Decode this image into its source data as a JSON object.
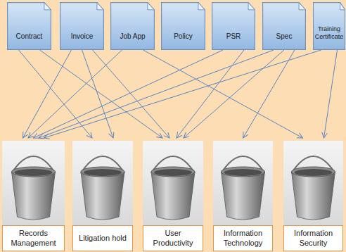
{
  "diagram": {
    "nodes": [
      {
        "text": [
          "Contract"
        ]
      },
      {
        "text": [
          "Invoice"
        ]
      },
      {
        "text": [
          "Job App"
        ]
      },
      {
        "text": [
          "Policy"
        ]
      },
      {
        "text": [
          "PSR"
        ]
      },
      {
        "text": [
          "Spec"
        ]
      },
      {
        "text": [
          "Training Certificate"
        ]
      },
      {
        "text": [
          "Records Management"
        ]
      },
      {
        "text": [
          "Litigation hold"
        ]
      },
      {
        "text": [
          "User Productivity"
        ]
      },
      {
        "text": [
          "Information Technology"
        ]
      },
      {
        "text": [
          "Information Security"
        ]
      }
    ],
    "edges": [
      {
        "from": 0,
        "to": 8,
        "arrow": "to"
      },
      {
        "from": 0,
        "to": 9,
        "arrow": "to"
      },
      {
        "from": 1,
        "to": 7,
        "arrow": "to"
      },
      {
        "from": 1,
        "to": 8,
        "arrow": "to"
      },
      {
        "from": 1,
        "to": 9,
        "arrow": "to"
      },
      {
        "from": 2,
        "to": 7,
        "arrow": "to"
      },
      {
        "from": 2,
        "to": 11,
        "arrow": "to"
      },
      {
        "from": 4,
        "to": 7,
        "arrow": "to"
      },
      {
        "from": 4,
        "to": 9,
        "arrow": "to"
      },
      {
        "from": 5,
        "to": 7,
        "arrow": "to"
      },
      {
        "from": 5,
        "to": 9,
        "arrow": "to"
      },
      {
        "from": 5,
        "to": 10,
        "arrow": "to"
      },
      {
        "from": 6,
        "to": 7,
        "arrow": "to"
      },
      {
        "from": 6,
        "to": 11,
        "arrow": "to"
      }
    ]
  }
}
